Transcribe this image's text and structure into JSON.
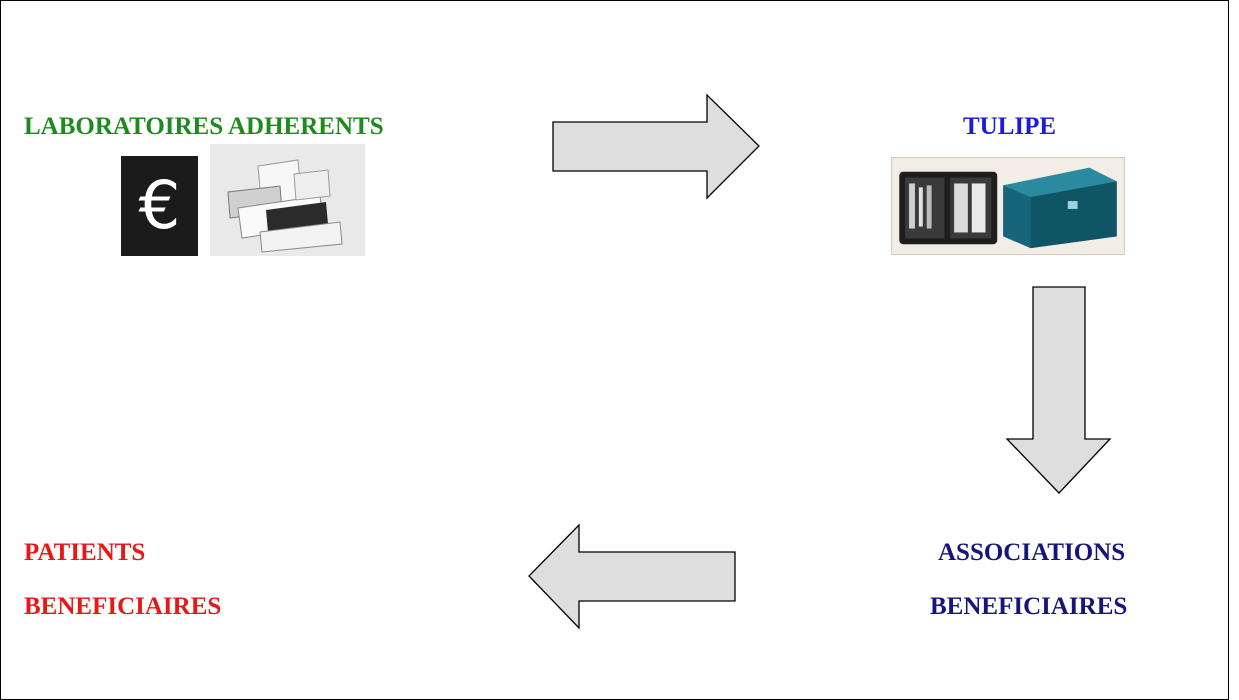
{
  "nodes": {
    "laboratoires": {
      "label": "LABORATOIRES ADHERENTS",
      "color": "#1f8a1f",
      "icons": [
        "euro-icon",
        "medicine-boxes-image"
      ]
    },
    "tulipe": {
      "label": "TULIPE",
      "color": "#1a1ae0",
      "icons": [
        "medical-kits-image"
      ]
    },
    "associations": {
      "line1": "ASSOCIATIONS",
      "line2": "BENEFICIAIRES",
      "color": "#16167a"
    },
    "patients": {
      "line1": "PATIENTS",
      "line2": "BENEFICIAIRES",
      "color": "#e81818"
    }
  },
  "euro_symbol": "€",
  "arrows": [
    {
      "from": "laboratoires",
      "to": "tulipe",
      "direction": "right"
    },
    {
      "from": "tulipe",
      "to": "associations",
      "direction": "down"
    },
    {
      "from": "associations",
      "to": "patients",
      "direction": "left"
    }
  ],
  "arrow_fill": "#dedede"
}
